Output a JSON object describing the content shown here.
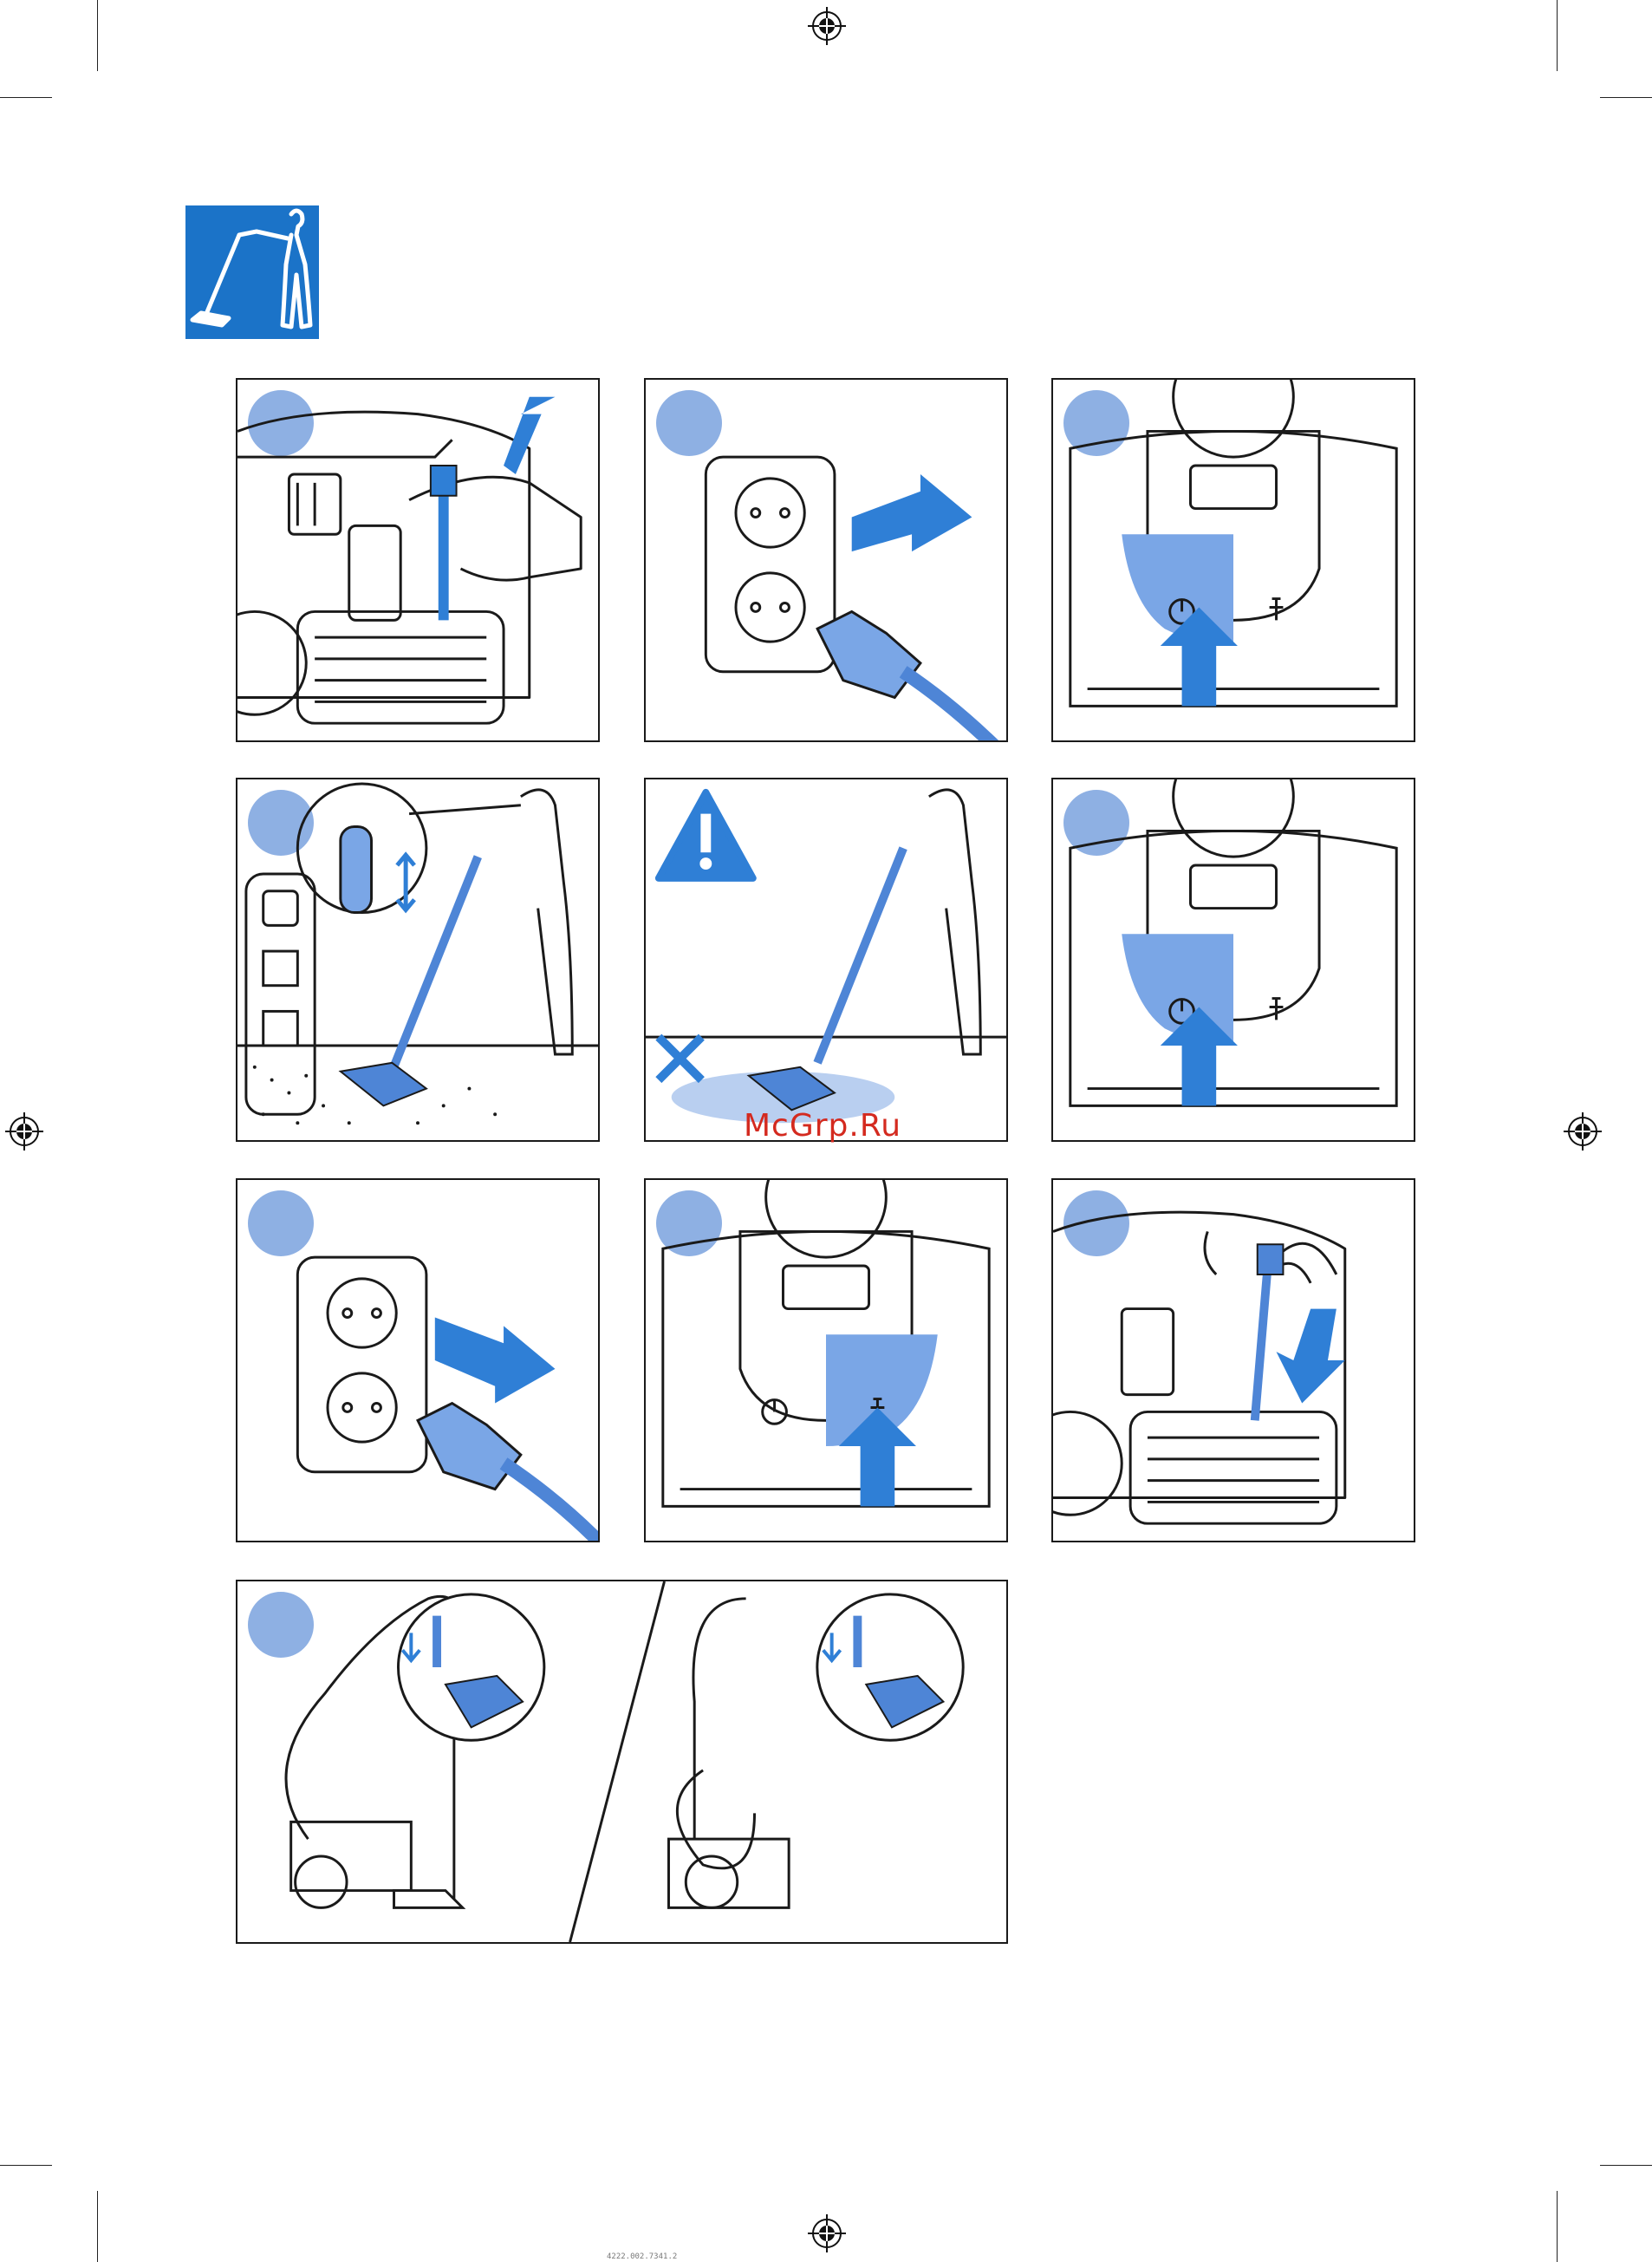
{
  "header": {
    "icon": "vacuuming-person-icon",
    "icon_color": "#1b73c8"
  },
  "colors": {
    "accent": "#2f7fd6",
    "badge": "#8eb0e3",
    "highlight": "#7aa6e6",
    "outline": "#1a1a1a"
  },
  "steps": [
    {
      "id": 1,
      "icon": "pull-out-cord-icon"
    },
    {
      "id": 2,
      "icon": "plug-in-socket-icon"
    },
    {
      "id": 3,
      "icon": "press-power-button-icon"
    },
    {
      "id": 4,
      "icon": "floor-nozzle-setting-icon"
    },
    {
      "id": 5,
      "icon": "no-wet-surfaces-warning-icon"
    },
    {
      "id": 6,
      "icon": "press-power-button-off-icon"
    },
    {
      "id": 7,
      "icon": "unplug-from-socket-icon"
    },
    {
      "id": 8,
      "icon": "press-cord-rewind-button-icon"
    },
    {
      "id": 9,
      "icon": "cord-rewinds-icon"
    },
    {
      "id": 10,
      "icon": "storage-positions-icon"
    }
  ],
  "watermark": "McGrp.Ru",
  "footer": "4222.002.7341.2"
}
